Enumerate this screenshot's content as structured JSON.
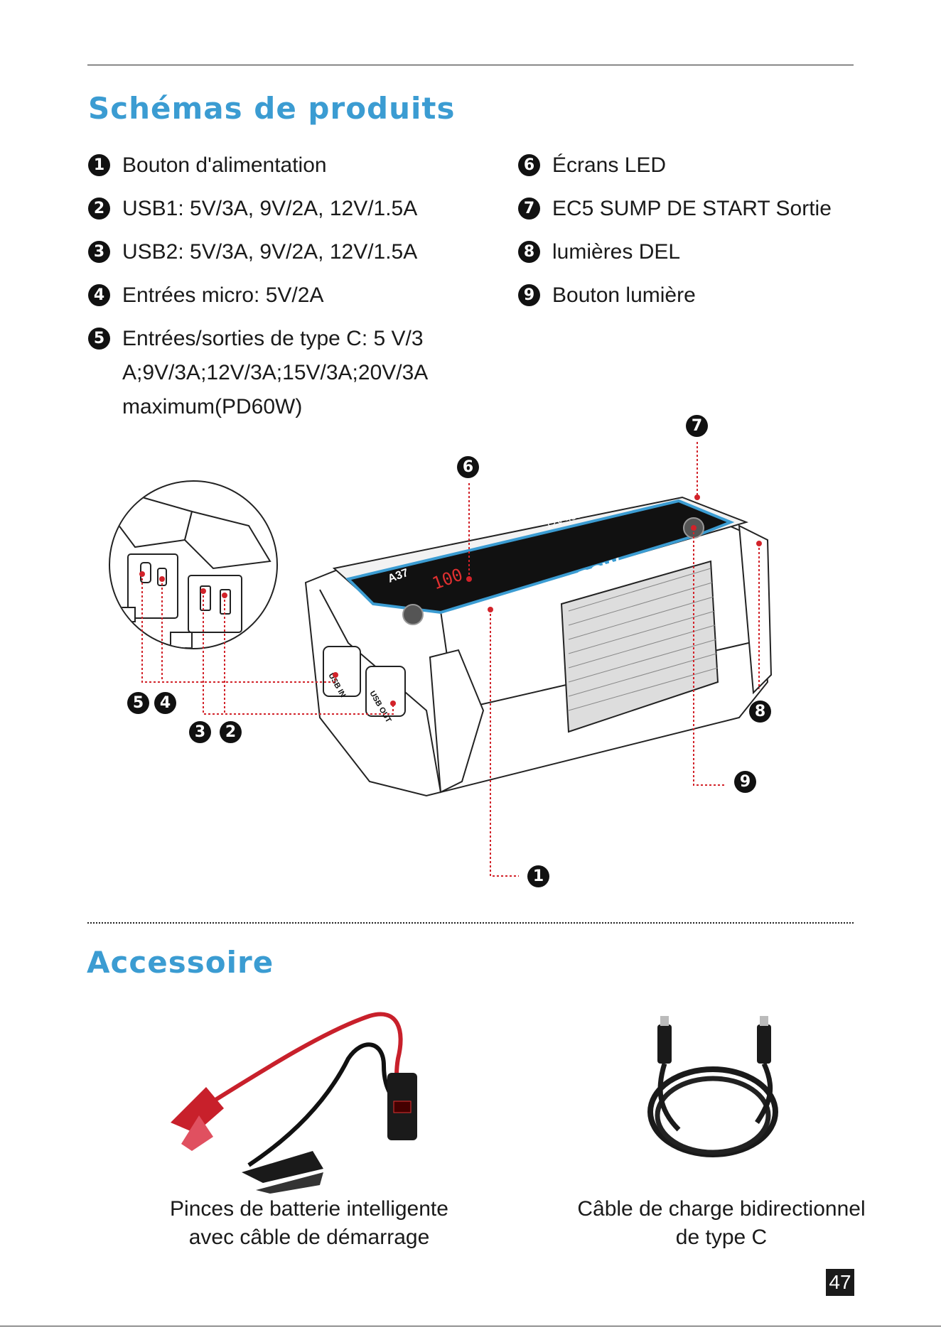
{
  "sections": {
    "schematics_title": "Schémas de produits",
    "accessories_title": "Accessoire"
  },
  "legend": {
    "left": [
      {
        "num": "1",
        "text": "Bouton d'alimentation"
      },
      {
        "num": "2",
        "text": "USB1: 5V/3A, 9V/2A, 12V/1.5A"
      },
      {
        "num": "3",
        "text": "USB2: 5V/3A, 9V/2A, 12V/1.5A"
      },
      {
        "num": "4",
        "text": "Entrées micro: 5V/2A"
      },
      {
        "num": "5",
        "text": "Entrées/sorties de type C: 5 V/3 A;9V/3A;12V/3A;15V/3A;20V/3A maximum(PD60W)"
      }
    ],
    "right": [
      {
        "num": "6",
        "text": "Écrans LED"
      },
      {
        "num": "7",
        "text": "EC5 SUMP DE START Sortie"
      },
      {
        "num": "8",
        "text": "lumières DEL"
      },
      {
        "num": "9",
        "text": "Bouton lumière"
      }
    ]
  },
  "device": {
    "model_label": "A37",
    "brand_label": "AVAPOW",
    "spec_label": "12V 4000A",
    "display_value": "100",
    "port_usb_in": "USB IN",
    "port_usb_out": "USB OUT"
  },
  "callouts": {
    "c1": "1",
    "c2": "2",
    "c3": "3",
    "c4": "4",
    "c5": "5",
    "c6": "6",
    "c7": "7",
    "c8": "8",
    "c9": "9"
  },
  "accessories": {
    "clamps_caption_line1": "Pinces de batterie intelligente",
    "clamps_caption_line2": "avec câble de démarrage",
    "cable_caption_line1": "Câble de charge bidirectionnel",
    "cable_caption_line2": "de type C"
  },
  "page_number": "47",
  "colors": {
    "heading": "#3b9cd2",
    "leader_line": "#d2232a",
    "clamp_red": "#c8202b"
  }
}
